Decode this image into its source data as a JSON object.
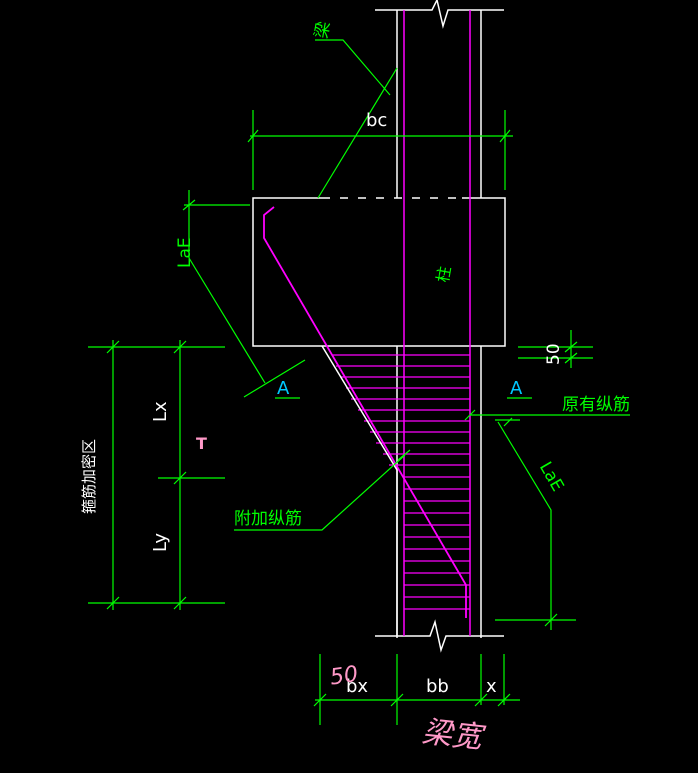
{
  "colors": {
    "background": "#000000",
    "dimension": "#00ff00",
    "rebar": "#ff00ff",
    "outline": "#ffffff",
    "section_mark": "#00c8ff",
    "handwriting": "#ff99c8"
  },
  "labels": {
    "beam": "梁",
    "column": "柱",
    "bc": "bc",
    "lae_left": "LaE",
    "lae_right": "LaE",
    "dim_50": "50",
    "section_a_left": "A",
    "section_a_right": "A",
    "existing_rebar": "原有纵筋",
    "additional_rebar": "附加纵筋",
    "lx": "Lx",
    "ly": "Ly",
    "stirrup_zone": "箍筋加密区",
    "bx": "bx",
    "bb": "bb",
    "x": "x",
    "hand_50": "50",
    "hand_beam_width": "梁宽",
    "hand_t": "T"
  }
}
